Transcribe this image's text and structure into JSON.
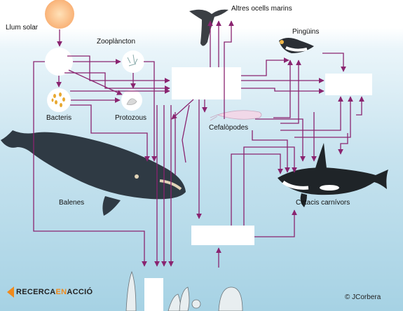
{
  "labels": {
    "sun": "Llum solar",
    "zooplankton": "Zooplàncton",
    "bacteria": "Bacteris",
    "protozoa": "Protozous",
    "whales": "Balenes",
    "seabirds": "Altres ocells marins",
    "penguins": "Pingüins",
    "cephalopods": "Cefalòpodes",
    "carnivorous_cetaceans": "Cetacis carnívors"
  },
  "brand": {
    "part1": "RECERCA",
    "part2": "EN",
    "part3": "ACCIÓ"
  },
  "credit": "© JCorbera",
  "colors": {
    "arrow": "#8a2470",
    "sun": "#fbc08a",
    "ocean": "#a6d2e4",
    "box": "#ffffff"
  }
}
